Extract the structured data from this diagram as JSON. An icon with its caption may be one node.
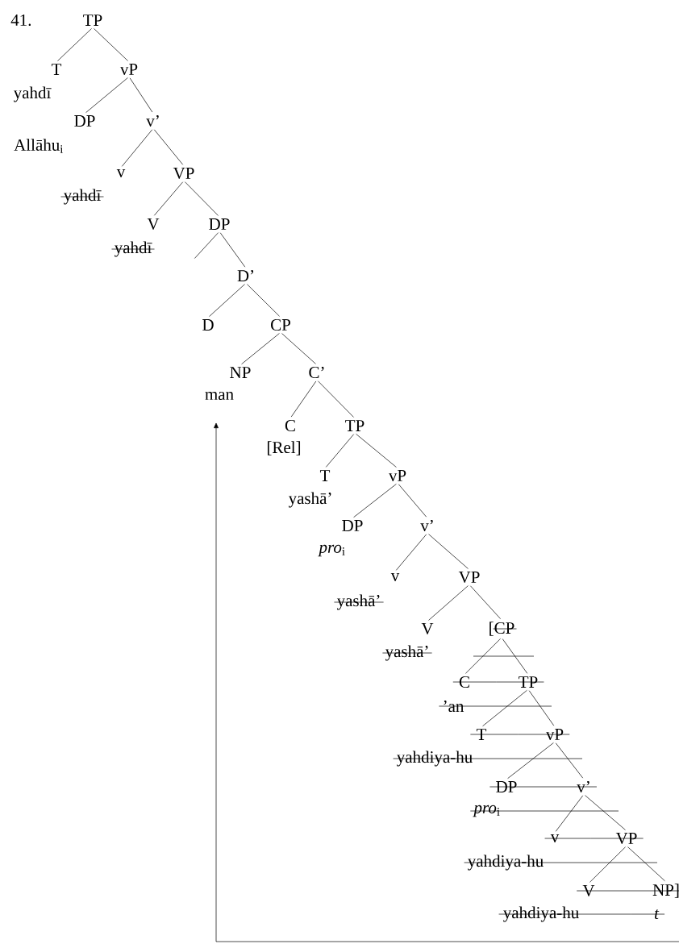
{
  "diagram": {
    "nodes": [
      {
        "text": [
          "TP"
        ]
      },
      {
        "text": [
          "T",
          "yahdī"
        ]
      },
      {
        "text": [
          "vP"
        ]
      },
      {
        "text": [
          "DP",
          "Allāhu$_{i}$"
        ]
      },
      {
        "text": [
          "v’"
        ]
      },
      {
        "text": [
          "v",
          "yahdī"
        ]
      },
      {
        "text": [
          "VP"
        ]
      },
      {
        "text": [
          "V",
          "yahdī"
        ]
      },
      {
        "text": [
          "DP"
        ]
      },
      {
        "text": [
          "D’"
        ]
      },
      {
        "text": [
          "D"
        ]
      },
      {
        "text": [
          "CP"
        ]
      },
      {
        "text": [
          "NP",
          "man"
        ]
      },
      {
        "text": [
          "C’"
        ]
      },
      {
        "text": [
          "C",
          "[Rel]"
        ]
      },
      {
        "text": [
          "TP"
        ]
      },
      {
        "text": [
          "T",
          "yashā’"
        ]
      },
      {
        "text": [
          "vP"
        ]
      },
      {
        "text": [
          "DP",
          "*pro*$_{i}$"
        ]
      },
      {
        "text": [
          "v’"
        ]
      },
      {
        "text": [
          "v",
          "yashā’"
        ]
      },
      {
        "text": [
          "VP"
        ]
      },
      {
        "text": [
          "V",
          "yashā’"
        ]
      },
      {
        "text": [
          "[CP"
        ]
      },
      {
        "text": [
          "C",
          "’an"
        ]
      },
      {
        "text": [
          "TP"
        ]
      },
      {
        "text": [
          "T",
          "yahdiya-hu"
        ]
      },
      {
        "text": [
          "vP"
        ]
      },
      {
        "text": [
          "DP",
          "*pro*$_{i}$"
        ]
      },
      {
        "text": [
          "v’"
        ]
      },
      {
        "text": [
          "v",
          "yahdiya-hu"
        ]
      },
      {
        "text": [
          "VP"
        ]
      },
      {
        "text": [
          "V",
          "yahdiya-hu"
        ]
      },
      {
        "text": [
          "NP]",
          "t"
        ]
      }
    ],
    "edges": [
      {
        "from": 0,
        "to": 1,
        "arrow": "none"
      },
      {
        "from": 0,
        "to": 2,
        "arrow": "none"
      },
      {
        "from": 2,
        "to": 3,
        "arrow": "none"
      },
      {
        "from": 2,
        "to": 4,
        "arrow": "none"
      },
      {
        "from": 4,
        "to": 5,
        "arrow": "none"
      },
      {
        "from": 4,
        "to": 6,
        "arrow": "none"
      },
      {
        "from": 6,
        "to": 7,
        "arrow": "none"
      },
      {
        "from": 6,
        "to": 8,
        "arrow": "none"
      },
      {
        "from": 8,
        "to": null,
        "arrow": "none"
      },
      {
        "from": 8,
        "to": 9,
        "arrow": "none"
      },
      {
        "from": 9,
        "to": 10,
        "arrow": "none"
      },
      {
        "from": 9,
        "to": 11,
        "arrow": "none"
      },
      {
        "from": 11,
        "to": 12,
        "arrow": "none"
      },
      {
        "from": 11,
        "to": 13,
        "arrow": "none"
      },
      {
        "from": 13,
        "to": 14,
        "arrow": "none"
      },
      {
        "from": 13,
        "to": 15,
        "arrow": "none"
      },
      {
        "from": 15,
        "to": 16,
        "arrow": "none"
      },
      {
        "from": 15,
        "to": 17,
        "arrow": "none"
      },
      {
        "from": 17,
        "to": 18,
        "arrow": "none"
      },
      {
        "from": 17,
        "to": 19,
        "arrow": "none"
      },
      {
        "from": 19,
        "to": 20,
        "arrow": "none"
      },
      {
        "from": 19,
        "to": 21,
        "arrow": "none"
      },
      {
        "from": 21,
        "to": 22,
        "arrow": "none"
      },
      {
        "from": 21,
        "to": 23,
        "arrow": "none"
      },
      {
        "from": 23,
        "to": 24,
        "arrow": "none"
      },
      {
        "from": 23,
        "to": 25,
        "arrow": "none"
      },
      {
        "from": 25,
        "to": 26,
        "arrow": "none"
      },
      {
        "from": 25,
        "to": 27,
        "arrow": "none"
      },
      {
        "from": 27,
        "to": 28,
        "arrow": "none"
      },
      {
        "from": 27,
        "to": 29,
        "arrow": "none"
      },
      {
        "from": 29,
        "to": 30,
        "arrow": "none"
      },
      {
        "from": 29,
        "to": 31,
        "arrow": "none"
      },
      {
        "from": 31,
        "to": 32,
        "arrow": "none"
      },
      {
        "from": 31,
        "to": 33,
        "arrow": "none"
      },
      {
        "from": 33,
        "to": 12,
        "arrow": "to"
      }
    ],
    "labels": [
      "41."
    ]
  }
}
